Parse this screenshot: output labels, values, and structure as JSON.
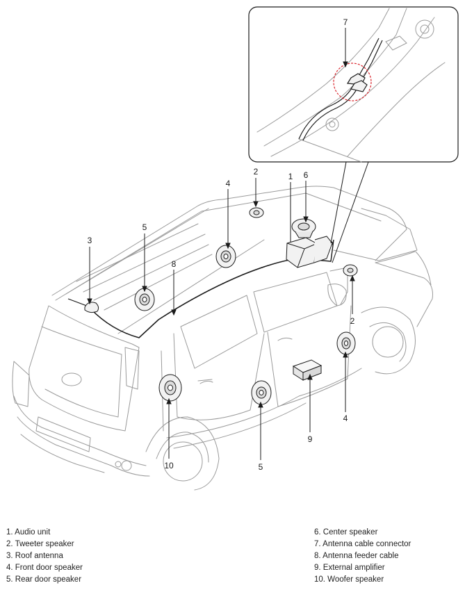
{
  "callouts": {
    "c1": "1",
    "c2a": "2",
    "c2b": "2",
    "c3": "3",
    "c4a": "4",
    "c4b": "4",
    "c5a": "5",
    "c5b": "5",
    "c6": "6",
    "c7": "7",
    "c8": "8",
    "c9": "9",
    "c10": "10"
  },
  "legend": {
    "left": [
      "1. Audio unit",
      "2. Tweeter speaker",
      "3. Roof antenna",
      "4. Front door speaker",
      "5. Rear door speaker"
    ],
    "right": [
      "6. Center speaker",
      "7. Antenna cable connector",
      "8. Antenna feeder cable",
      "9. External amplifier",
      "10. Woofer speaker"
    ]
  },
  "colors": {
    "line": "#1a1a1a",
    "body_line": "#9a9a9a",
    "highlight_circle": "#d9232a",
    "component_fill": "#f2f2f2"
  }
}
